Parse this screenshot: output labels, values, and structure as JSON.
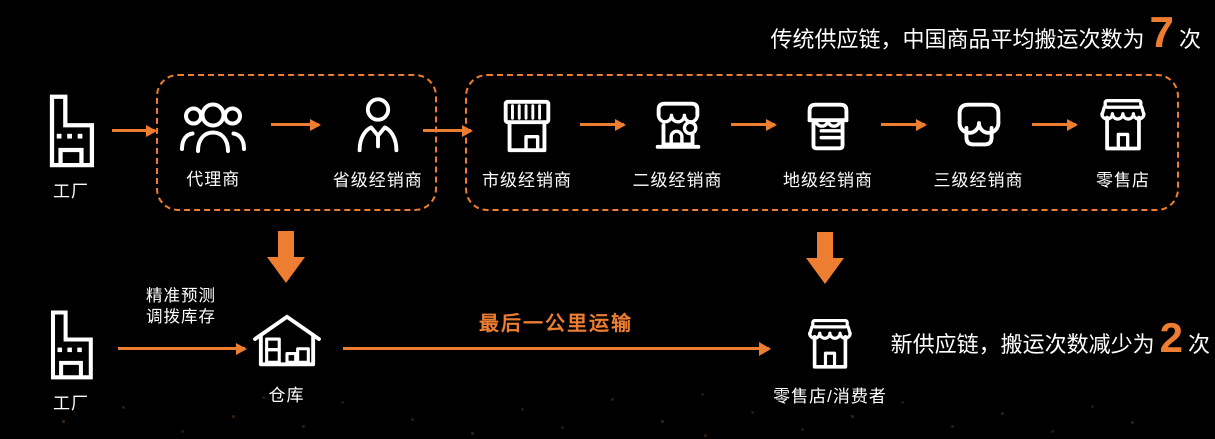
{
  "colors": {
    "background": "#000000",
    "accent": "#ED7D31",
    "text": "#FFFFFF"
  },
  "traditional_chain": {
    "headline": {
      "prefix": "传统供应链，中国商品平均搬运次数为",
      "count": "7",
      "unit": "次"
    },
    "factory": {
      "label": "工厂",
      "icon": "factory-icon"
    },
    "tier1_nodes": [
      {
        "label": "代理商",
        "icon": "agents-group-icon"
      },
      {
        "label": "省级经销商",
        "icon": "person-tie-icon"
      }
    ],
    "tier2_nodes": [
      {
        "label": "市级经销商",
        "icon": "awning-store-icon"
      },
      {
        "label": "二级经销商",
        "icon": "shop-sign-icon"
      },
      {
        "label": "地级经销商",
        "icon": "shop-list-icon"
      },
      {
        "label": "三级经销商",
        "icon": "marketplace-icon"
      },
      {
        "label": "零售店",
        "icon": "retail-store-icon"
      }
    ]
  },
  "new_chain": {
    "factory": {
      "label": "工厂",
      "icon": "factory-icon"
    },
    "forecast_note": {
      "line1": "精准预测",
      "line2": "调拨库存"
    },
    "warehouse": {
      "label": "仓库",
      "icon": "warehouse-icon"
    },
    "last_mile_label": "最后一公里运输",
    "retail": {
      "label": "零售店/消费者",
      "icon": "retail-store-icon"
    },
    "headline": {
      "prefix": "新供应链，搬运次数减少为",
      "count": "2",
      "unit": "次"
    }
  }
}
